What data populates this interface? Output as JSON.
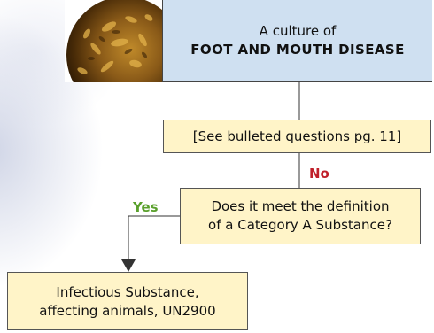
{
  "title": {
    "line1": "A culture of",
    "line2": "FOOT AND MOUTH DISEASE"
  },
  "step1": {
    "text": "[See bulleted questions pg. 11]"
  },
  "answer_no": "No",
  "step2": {
    "line1": "Does it meet the definition",
    "line2": "of a Category A Substance?"
  },
  "answer_yes": "Yes",
  "result": {
    "line1": "Infectious Substance,",
    "line2": "affecting animals, UN2900"
  },
  "colors": {
    "title_fill": "#cfe0f1",
    "box_fill": "#fff4c8",
    "no_color": "#c0202a",
    "yes_color": "#5aa02c"
  }
}
